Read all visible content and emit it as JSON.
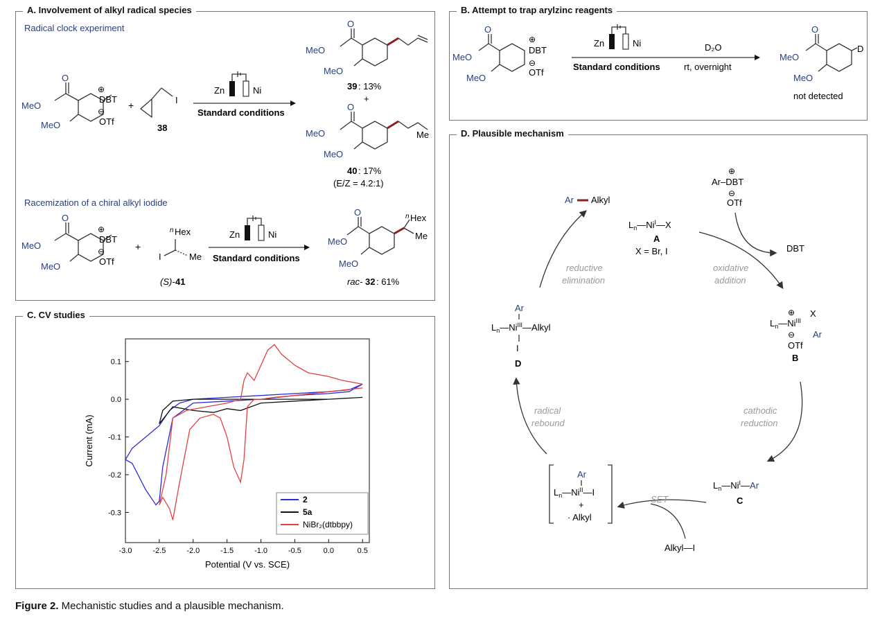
{
  "panelA": {
    "title": "A. Involvement of alkyl radical species",
    "radical_clock": "Radical clock experiment",
    "racemization": "Racemization of a chiral alkyl iodide",
    "conditions": "Standard conditions",
    "zn": "Zn",
    "ni": "Ni",
    "meo": "MeO",
    "dbt": "DBT",
    "otf": "OTf",
    "plus": "+",
    "cpd38": "38",
    "p39_num": "39",
    "p39_yield": ": 13%",
    "p40_num": "40",
    "p40_yield": ": 17%",
    "p40_ez": "(E/Z = 4.2:1)",
    "me": "Me",
    "iodo": "I",
    "nhex": "Hex",
    "nhex_sup": "n",
    "s41_pre": "(S)-",
    "s41_num": "41",
    "rac_pre": "rac-",
    "rac_num": "32",
    "rac_yield": ": 61%"
  },
  "panelB": {
    "title": "B. Attempt to trap arylzinc reagents",
    "conditions": "Standard conditions",
    "d2o": "D₂O",
    "rt": "rt, overnight",
    "d": "D",
    "not_detected": "not detected"
  },
  "panelC": {
    "title": "C. CV studies"
  },
  "panelD": {
    "title": "D. Plausible mechanism",
    "ar_alkyl_ar": "Ar",
    "ar_alkyl_alkyl": "Alkyl",
    "A_label": "A",
    "A_x": "X = Br, I",
    "B_label": "B",
    "C_label": "C",
    "D_label": "D",
    "dbt_out": "DBT",
    "alkyl_i": "Alkyl—I",
    "reductive_elimination": [
      "reductive",
      "elimination"
    ],
    "oxidative_addition": [
      "oxidative",
      "addition"
    ],
    "cathodic_reduction": [
      "cathodic",
      "reduction"
    ],
    "radical_rebound": [
      "radical",
      "rebound"
    ],
    "set": "SET",
    "ar_dbt": "Ar–DBT",
    "bullet_alkyl": "· Alkyl"
  },
  "caption": {
    "label": "Figure 2.",
    "text": " Mechanistic studies and a plausible mechanism."
  },
  "chart_data": {
    "type": "line",
    "xlabel": "Potential (V vs. SCE)",
    "ylabel": "Current (mA)",
    "xlim": [
      -3.0,
      0.6
    ],
    "ylim": [
      -0.38,
      0.16
    ],
    "xticks": [
      -3.0,
      -2.5,
      -2.0,
      -1.5,
      -1.0,
      -0.5,
      0.0,
      0.5
    ],
    "yticks": [
      0.1,
      0.0,
      -0.1,
      -0.2,
      -0.3
    ],
    "xtick_labels": [
      "-3.0",
      "-2.5",
      "-2.0",
      "-1.5",
      "-1.0",
      "-0.5",
      "0.0",
      "0.5"
    ],
    "ytick_labels": [
      "0.1",
      "0.0",
      "-0.1",
      "-0.2",
      "-0.3"
    ],
    "legend_position": "bottom-right",
    "series": [
      {
        "name": "2",
        "color": "#2b2bd9",
        "x": [
          0.5,
          0.3,
          0.0,
          -0.5,
          -1.0,
          -1.5,
          -2.0,
          -2.3,
          -2.45,
          -2.5,
          -2.55,
          -2.7,
          -2.9,
          -3.0,
          -2.9,
          -2.7,
          -2.5,
          -2.35,
          -2.2,
          -2.0,
          -1.5,
          -1.0,
          -0.5,
          0.0,
          0.3,
          0.5
        ],
        "y": [
          0.04,
          0.02,
          0.015,
          0.01,
          0.0,
          -0.005,
          -0.01,
          -0.05,
          -0.18,
          -0.27,
          -0.28,
          -0.24,
          -0.17,
          -0.16,
          -0.13,
          -0.1,
          -0.07,
          -0.03,
          -0.01,
          0.0,
          0.005,
          0.01,
          0.015,
          0.02,
          0.025,
          0.04
        ]
      },
      {
        "name": "5a",
        "color": "#111111",
        "x": [
          0.5,
          0.0,
          -0.5,
          -1.0,
          -1.3,
          -1.5,
          -1.7,
          -2.0,
          -2.3,
          -2.5,
          -2.45,
          -2.3,
          -2.0,
          -1.5,
          -1.0,
          -0.5,
          0.0,
          0.5
        ],
        "y": [
          0.005,
          0.0,
          -0.005,
          -0.01,
          -0.03,
          -0.025,
          -0.035,
          -0.03,
          -0.02,
          -0.065,
          -0.03,
          -0.005,
          0.0,
          0.0,
          0.0,
          0.0,
          0.0,
          0.005
        ]
      },
      {
        "name": "NiBr₂(dtbbpy)",
        "color": "#e34040",
        "x": [
          0.5,
          0.2,
          0.0,
          -0.3,
          -0.5,
          -0.7,
          -0.8,
          -0.9,
          -1.0,
          -1.1,
          -1.2,
          -1.25,
          -1.3,
          -1.5,
          -1.8,
          -2.1,
          -2.3,
          -2.4,
          -2.5,
          -2.45,
          -2.35,
          -2.3,
          -2.2,
          -2.05,
          -1.9,
          -1.7,
          -1.6,
          -1.5,
          -1.4,
          -1.3,
          -1.25,
          -1.2,
          -1.1,
          -1.0,
          -0.8,
          -0.5,
          0.0,
          0.5
        ],
        "y": [
          0.04,
          0.05,
          0.06,
          0.07,
          0.09,
          0.12,
          0.145,
          0.13,
          0.09,
          0.05,
          0.07,
          0.05,
          0.0,
          -0.01,
          -0.02,
          -0.03,
          -0.05,
          -0.2,
          -0.28,
          -0.26,
          -0.29,
          -0.32,
          -0.22,
          -0.08,
          -0.05,
          -0.04,
          -0.05,
          -0.1,
          -0.18,
          -0.22,
          -0.16,
          -0.02,
          0.0,
          0.0,
          0.005,
          0.01,
          0.02,
          0.03
        ]
      }
    ]
  }
}
